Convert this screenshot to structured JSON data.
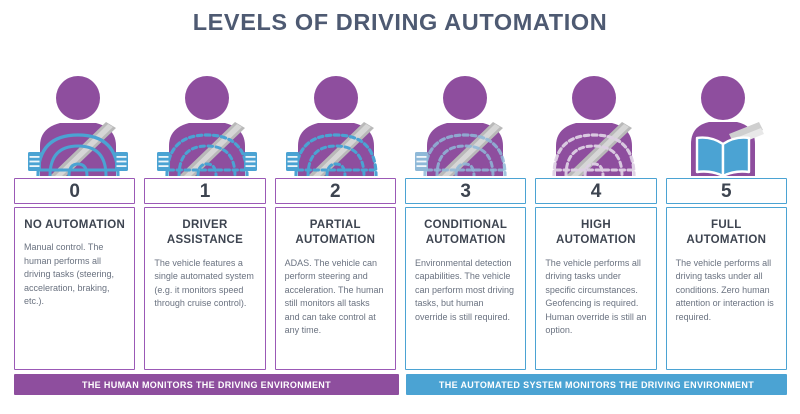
{
  "title": "LEVELS OF DRIVING AUTOMATION",
  "colors": {
    "purple": "#8e4e9e",
    "purple_border": "#9b59b6",
    "blue": "#4ba3d3",
    "title_text": "#4e5a72",
    "heading_text": "#3d4450",
    "body_text": "#6a7280",
    "seatbelt_gray": "#b3b3b3",
    "background": "#ffffff"
  },
  "levels": [
    {
      "number": "0",
      "heading": "NO AUTOMATION",
      "description": "Manual control. The human performs all driving tasks (steering, acceleration, braking, etc.).",
      "accent": "purple",
      "icon": "driver-hands-on-wheel-icon",
      "wheel_style": "solid",
      "hands": "both"
    },
    {
      "number": "1",
      "heading": "DRIVER ASSISTANCE",
      "description": "The vehicle features a single automated system (e.g. it monitors speed through cruise control).",
      "accent": "purple",
      "icon": "driver-dashed-wheel-icon",
      "wheel_style": "dashed",
      "hands": "both"
    },
    {
      "number": "2",
      "heading": "PARTIAL AUTOMATION",
      "description": "ADAS. The vehicle can perform steering and acceleration. The human still monitors all tasks and can take control at any time.",
      "accent": "purple",
      "icon": "driver-one-hand-wheel-icon",
      "wheel_style": "dashed",
      "hands": "left"
    },
    {
      "number": "3",
      "heading": "CONDITIONAL AUTOMATION",
      "description": "Environmental detection capabilities. The vehicle can perform most driving tasks, but human override is still required.",
      "accent": "blue",
      "icon": "driver-faded-wheel-icon",
      "wheel_style": "dashed-faded",
      "hands": "left"
    },
    {
      "number": "4",
      "heading": "HIGH AUTOMATION",
      "description": "The vehicle performs all driving tasks under specific circumstances. Geofencing is required. Human override is still an option.",
      "accent": "blue",
      "icon": "driver-no-wheel-icon",
      "wheel_style": "ghost",
      "hands": "none"
    },
    {
      "number": "5",
      "heading": "FULL AUTOMATION",
      "description": "The vehicle performs all driving tasks under all conditions. Zero human attention or interaction is required.",
      "accent": "blue",
      "icon": "passenger-reading-book-icon",
      "wheel_style": "none",
      "hands": "none"
    }
  ],
  "banners": [
    {
      "label": "THE HUMAN MONITORS THE DRIVING ENVIRONMENT",
      "accent": "purple"
    },
    {
      "label": "THE AUTOMATED SYSTEM MONITORS THE DRIVING ENVIRONMENT",
      "accent": "blue"
    }
  ]
}
